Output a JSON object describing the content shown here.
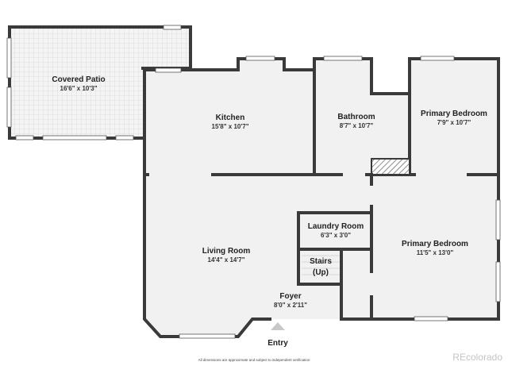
{
  "rooms": [
    {
      "name": "Covered Patio",
      "dims": "16'6\" x 10'3\""
    },
    {
      "name": "Kitchen",
      "dims": "15'8\" x 10'7\""
    },
    {
      "name": "Bathroom",
      "dims": "8'7\" x 10'7\""
    },
    {
      "name": "Primary Bedroom",
      "dims": "7'9\" x 10'7\""
    },
    {
      "name": "Laundry Room",
      "dims": "6'3\" x 3'0\""
    },
    {
      "name": "Primary Bedroom",
      "dims": "11'5\" x 13'0\""
    },
    {
      "name": "Living Room",
      "dims": "14'4\" x 14'7\""
    },
    {
      "name": "Stairs",
      "dims": "(Up)"
    },
    {
      "name": "Foyer",
      "dims": "8'0\" x 2'11\""
    }
  ],
  "entry_label": "Entry",
  "footnote": "All dimensions are approximate and subject to independent verification",
  "brand": "REcolorado",
  "colors": {
    "wall": "#3a3a3a",
    "floor": "#f1f1f1",
    "patio_grid": "#d6d6d6",
    "background": "#ffffff"
  }
}
